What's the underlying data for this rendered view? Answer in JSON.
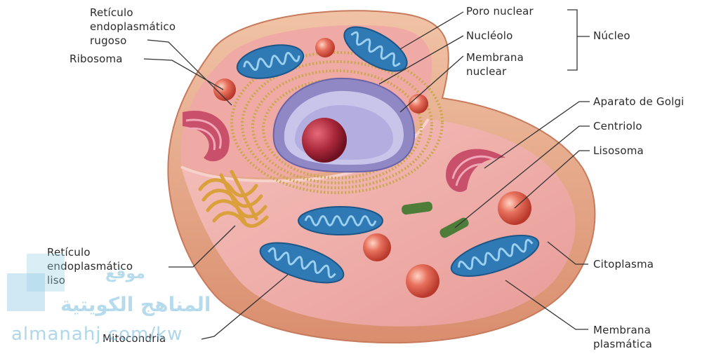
{
  "labels": {
    "rer": [
      "Retículo",
      "endoplasmático",
      "rugoso"
    ],
    "ribosoma": "Ribosoma",
    "poro": "Poro nuclear",
    "nucleolo": "Nucléolo",
    "membrana_nuclear": [
      "Membrana",
      "nuclear"
    ],
    "nucleo": "Núcleo",
    "golgi": "Aparato de Golgi",
    "centriolo": "Centriolo",
    "lisosoma": "Lisosoma",
    "rel": [
      "Retículo",
      "endoplasmático",
      "liso"
    ],
    "citoplasma": "Citoplasma",
    "mitocondria": "Mitocondria",
    "membrana_plasmatica": [
      "Membrana",
      "plasmática"
    ]
  },
  "watermark": {
    "line1": "موقع",
    "line2": "المناهج الكويتية",
    "line3": "almanahj.com/kw"
  },
  "colors": {
    "cell_outer": "#e9a88a",
    "cytoplasm": "#f2b3ae",
    "nucleus": "#a9a3d6",
    "nucleolus": "#a8283a",
    "mitochondria": "#2f79b4",
    "ribosome": "#d9604c",
    "golgi": "#c9506a",
    "er": "#c9a64a",
    "centriole": "#4e7d3a"
  }
}
